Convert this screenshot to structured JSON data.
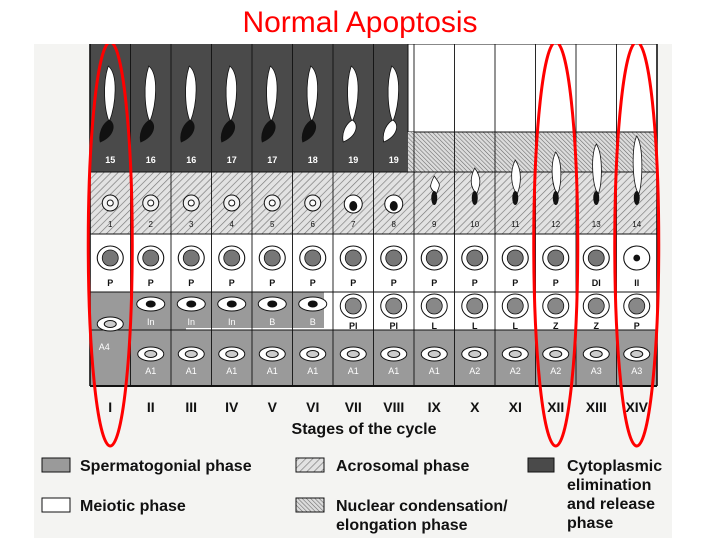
{
  "title": "Normal Apoptosis",
  "stages": [
    "I",
    "II",
    "III",
    "IV",
    "V",
    "VI",
    "VII",
    "VIII",
    "IX",
    "X",
    "XI",
    "XII",
    "XIII",
    "XIV"
  ],
  "stages_caption": "Stages of the cycle",
  "row_top_numbers": [
    "15",
    "16",
    "16",
    "17",
    "17",
    "18",
    "19",
    "19"
  ],
  "row_acrosome_numbers": [
    "1",
    "2",
    "3",
    "4",
    "5",
    "6",
    "7",
    "8",
    "9",
    "10",
    "11",
    "12",
    "13",
    "14"
  ],
  "row_spermatocyte_labels": [
    "P",
    "P",
    "P",
    "P",
    "P",
    "P",
    "P",
    "P",
    "P",
    "P",
    "P",
    "P",
    "DI",
    "II"
  ],
  "row_intermediate_labels": [
    "A4",
    "In",
    "In",
    "In",
    "B",
    "B",
    "Pl",
    "Pl",
    "L",
    "L",
    "L",
    "Z",
    "Z",
    "P"
  ],
  "row_base_labels": [
    "",
    "A1",
    "A1",
    "A1",
    "A1",
    "A1",
    "A1",
    "A1",
    "A1",
    "A2",
    "A2",
    "A2",
    "A3",
    "A3"
  ],
  "highlighted_stages": [
    "I",
    "XII",
    "XIV"
  ],
  "legend": [
    {
      "label": "Spermatogonial phase",
      "pattern": "gray"
    },
    {
      "label": "Acrosomal phase",
      "pattern": "hatch"
    },
    {
      "label": "Cytoplasmic elimination and release phase",
      "pattern": "dark",
      "lines": [
        "Cytoplasmic",
        "elimination",
        "and release",
        "phase"
      ]
    },
    {
      "label": "Meiotic phase",
      "pattern": "white"
    },
    {
      "label": "Nuclear condensation/ elongation phase",
      "pattern": "dense-hatch",
      "lines": [
        "Nuclear condensation/",
        "elongation phase"
      ]
    }
  ],
  "colors": {
    "highlight": "#ff0000",
    "gray": "#9a9a9a",
    "dark": "#4a4a4a",
    "line": "#111111"
  }
}
